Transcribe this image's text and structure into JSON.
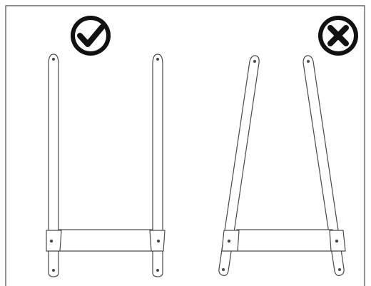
{
  "figure": {
    "frame": true,
    "colors": {
      "line": "#4a4a4a",
      "icon": "#111111",
      "fill": "#ffffff"
    },
    "panels": [
      {
        "id": "correct",
        "verdict": "correct",
        "icon": "check-circle-icon"
      },
      {
        "id": "incorrect",
        "verdict": "incorrect",
        "icon": "x-circle-icon"
      }
    ]
  }
}
